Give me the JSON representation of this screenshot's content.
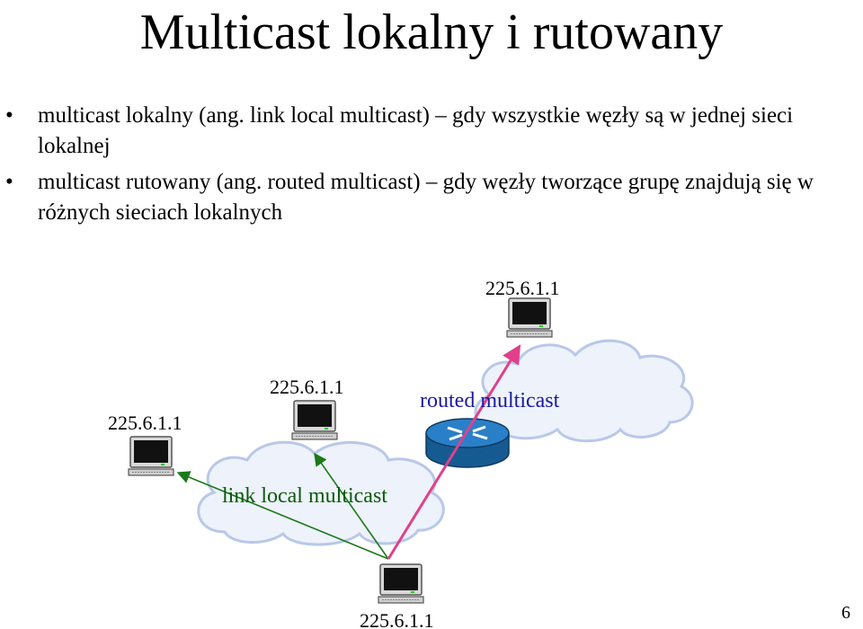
{
  "title": "Multicast lokalny i rutowany",
  "bullets": [
    "multicast lokalny (ang. link local multicast) – gdy wszystkie węzły są w jednej sieci lokalnej",
    "multicast rutowany (ang. routed multicast) – gdy węzły tworzące grupę znajdują się w różnych sieciach lokalnych"
  ],
  "bullet_symbol": "•",
  "diagram": {
    "host_labels": {
      "top": "225.6.1.1",
      "left": "225.6.1.1",
      "middle": "225.6.1.1",
      "bottom": "225.6.1.1"
    },
    "cloud_labels": {
      "routed": "routed multicast",
      "local": "link local multicast"
    },
    "icons": [
      "computer-icon",
      "router-icon",
      "cloud-icon"
    ],
    "colors": {
      "local_arrows": "#1a7a1a",
      "routed_arrow": "#e0408a",
      "router": "#1e6fb0",
      "cloud_fill": "#eef2fb",
      "cloud_stroke": "#b8c8e8"
    }
  },
  "page_number": "6"
}
